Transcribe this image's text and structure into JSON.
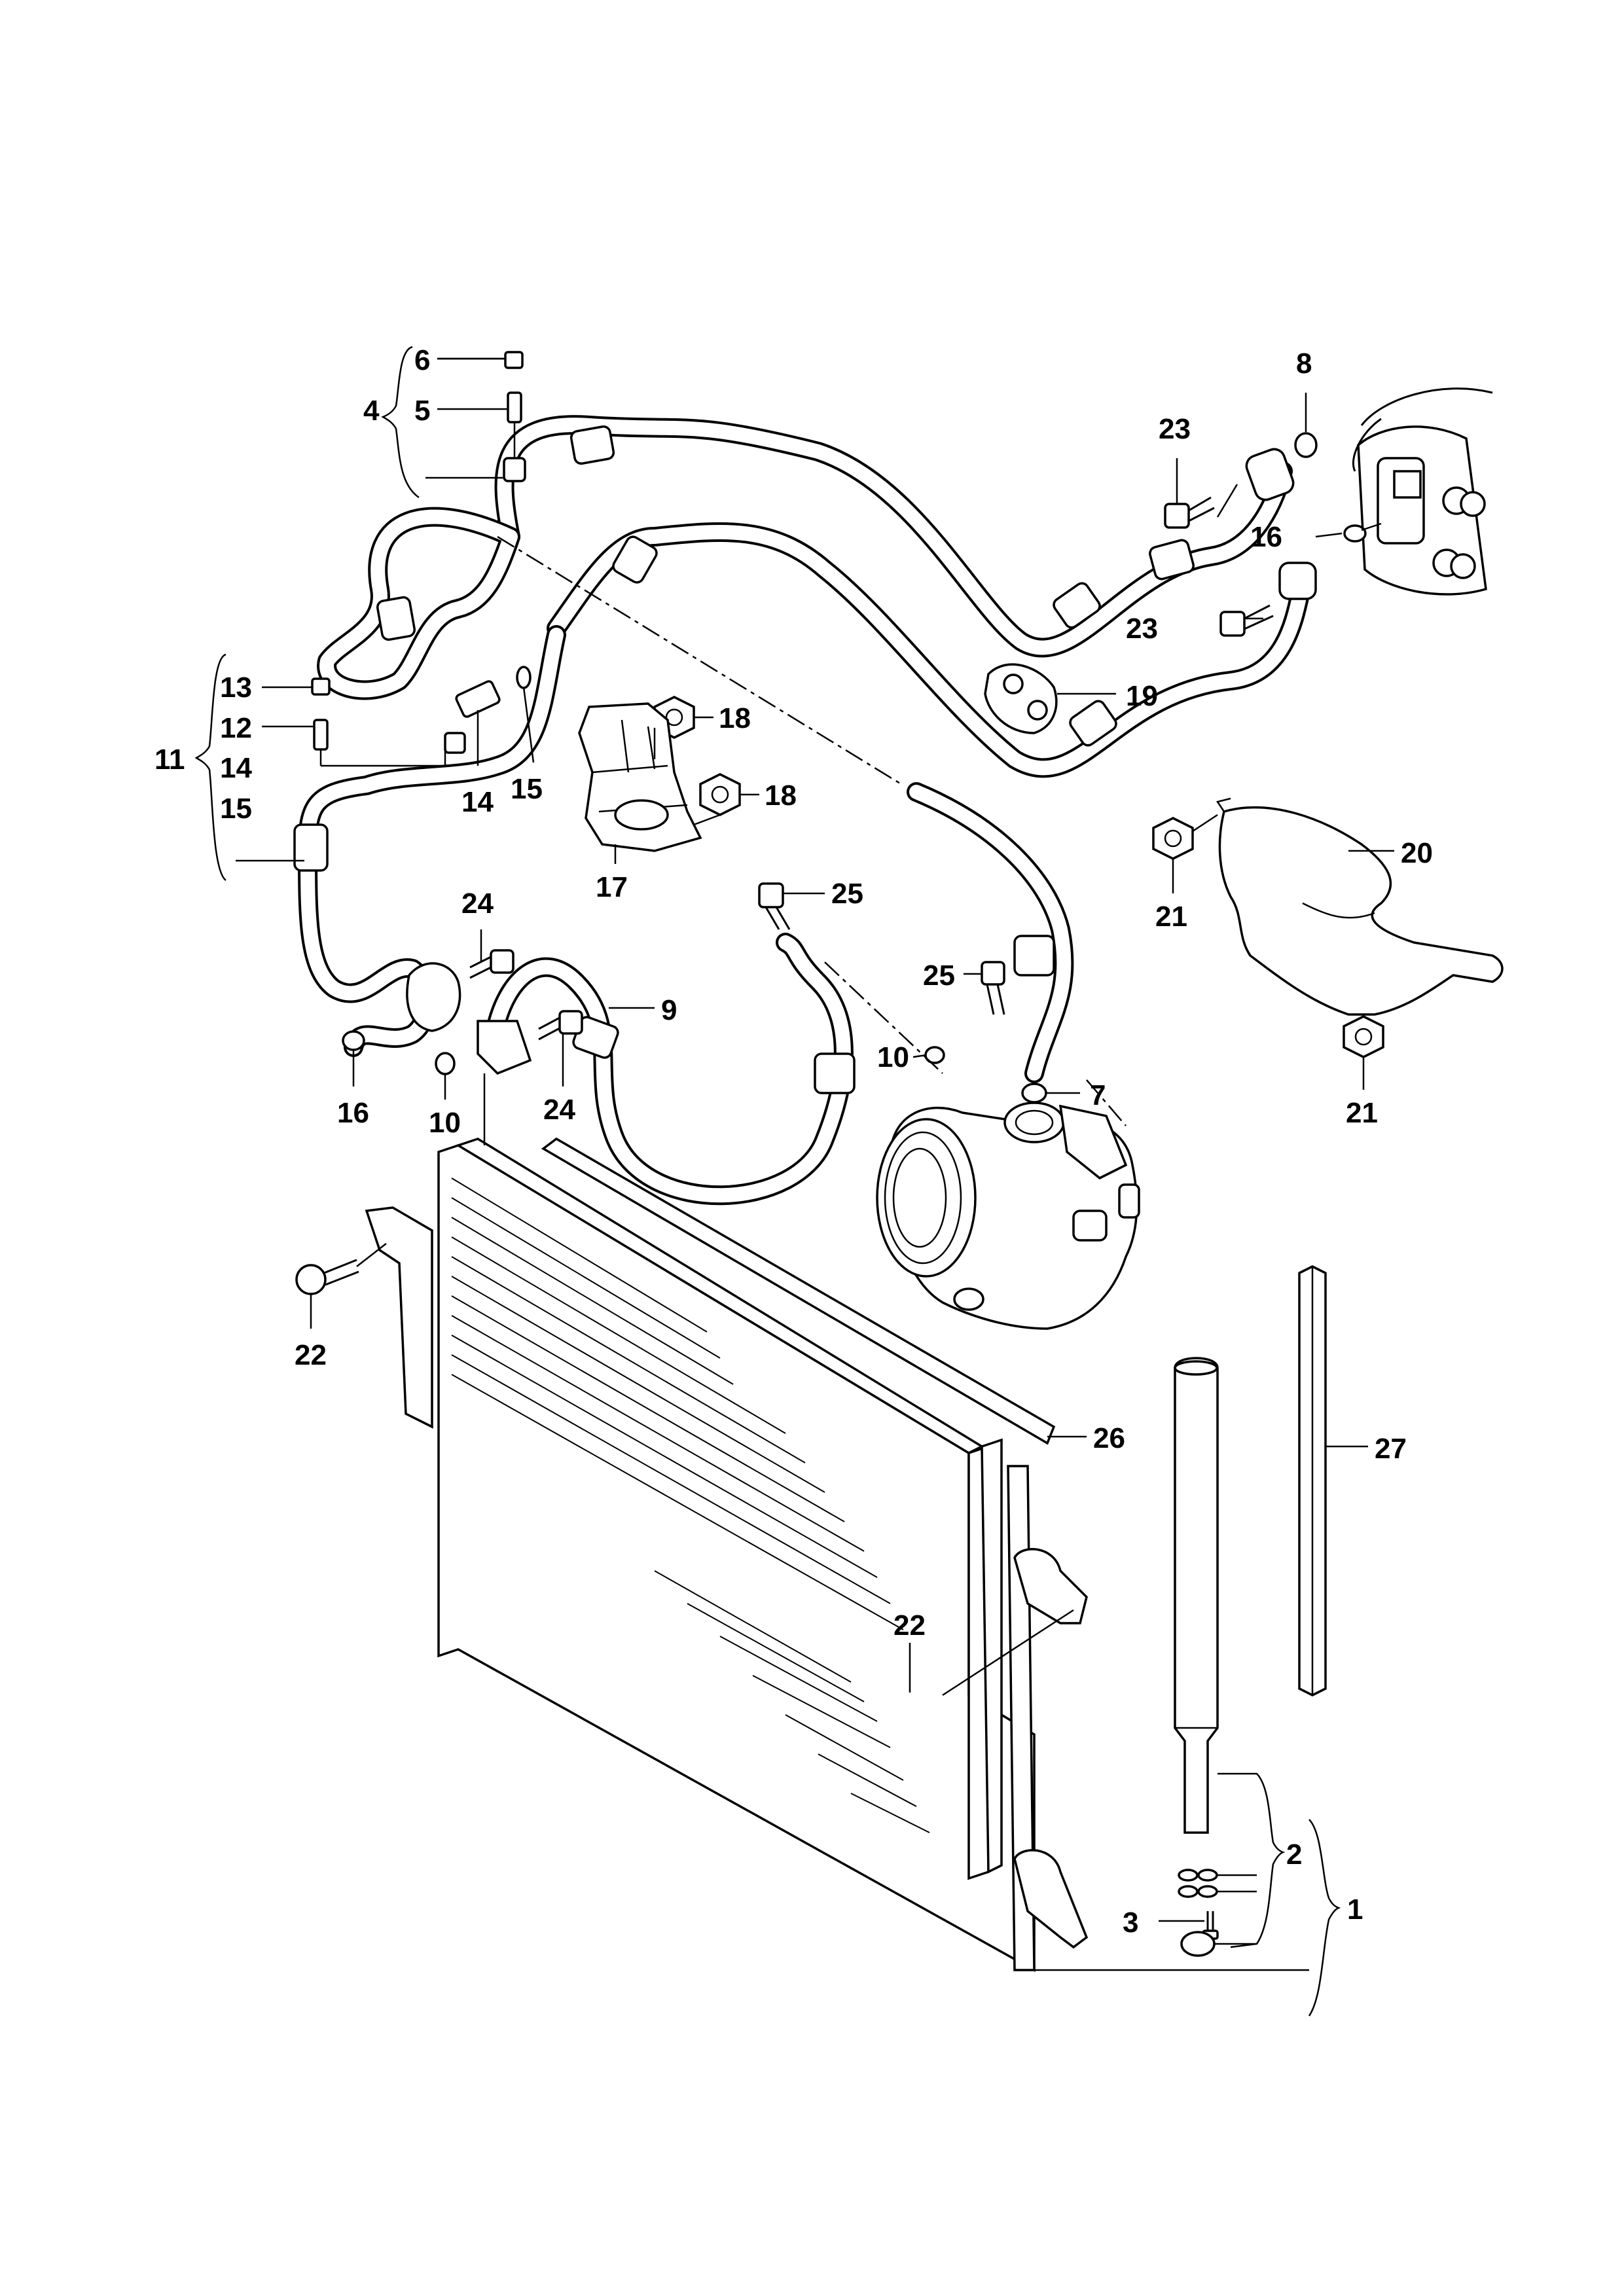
{
  "diagram": {
    "callouts": [
      {
        "id": "1",
        "text": "1"
      },
      {
        "id": "2",
        "text": "2"
      },
      {
        "id": "3",
        "text": "3"
      },
      {
        "id": "4",
        "text": "4"
      },
      {
        "id": "5",
        "text": "5"
      },
      {
        "id": "6",
        "text": "6"
      },
      {
        "id": "7",
        "text": "7"
      },
      {
        "id": "8",
        "text": "8"
      },
      {
        "id": "9",
        "text": "9"
      },
      {
        "id": "10a",
        "text": "10"
      },
      {
        "id": "10b",
        "text": "10"
      },
      {
        "id": "11",
        "text": "11"
      },
      {
        "id": "12",
        "text": "12"
      },
      {
        "id": "13",
        "text": "13"
      },
      {
        "id": "14a",
        "text": "14"
      },
      {
        "id": "14b",
        "text": "14"
      },
      {
        "id": "15a",
        "text": "15"
      },
      {
        "id": "15b",
        "text": "15"
      },
      {
        "id": "16a",
        "text": "16"
      },
      {
        "id": "16b",
        "text": "16"
      },
      {
        "id": "17",
        "text": "17"
      },
      {
        "id": "18a",
        "text": "18"
      },
      {
        "id": "18b",
        "text": "18"
      },
      {
        "id": "19",
        "text": "19"
      },
      {
        "id": "20",
        "text": "20"
      },
      {
        "id": "21a",
        "text": "21"
      },
      {
        "id": "21b",
        "text": "21"
      },
      {
        "id": "22a",
        "text": "22"
      },
      {
        "id": "22b",
        "text": "22"
      },
      {
        "id": "23a",
        "text": "23"
      },
      {
        "id": "23b",
        "text": "23"
      },
      {
        "id": "24a",
        "text": "24"
      },
      {
        "id": "24b",
        "text": "24"
      },
      {
        "id": "25a",
        "text": "25"
      },
      {
        "id": "25b",
        "text": "25"
      },
      {
        "id": "26",
        "text": "26"
      },
      {
        "id": "27",
        "text": "27"
      }
    ]
  }
}
